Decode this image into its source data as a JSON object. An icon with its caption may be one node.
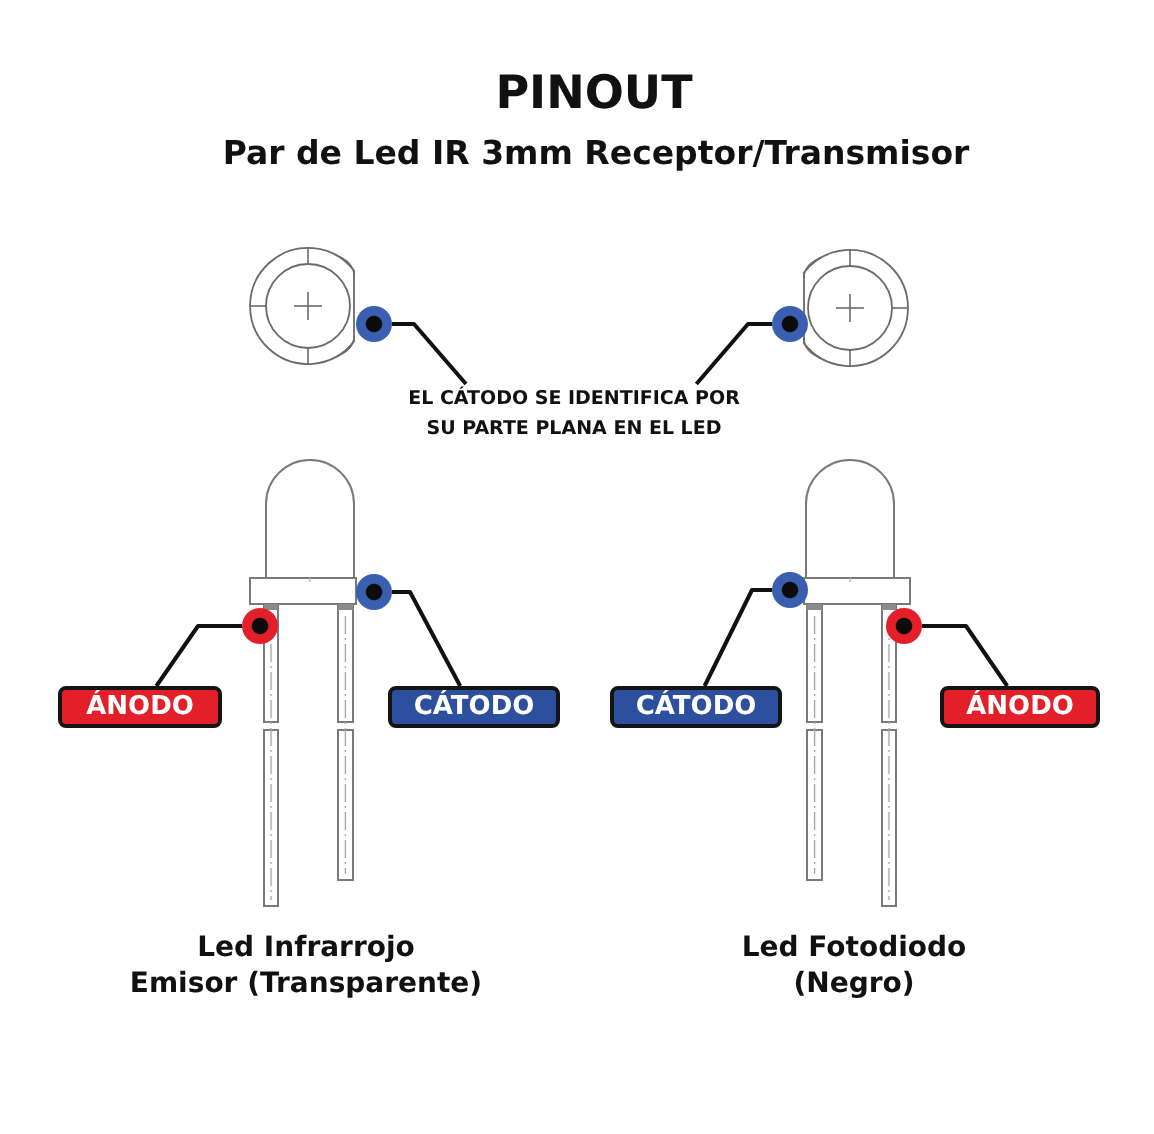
{
  "diagram": {
    "title": "PINOUT",
    "nodes": [
      {
        "text": [
          "EL CÁTODO SE IDENTIFICA POR SU PARTE PLANA EN EL LED"
        ]
      },
      {
        "text": [],
        "shape": "circle"
      },
      {
        "text": [],
        "shape": "circle"
      },
      {
        "text": [],
        "shape": "circle"
      },
      {
        "text": [],
        "shape": "circle"
      },
      {
        "text": [],
        "shape": "circle"
      },
      {
        "text": [],
        "shape": "circle"
      },
      {
        "text": [
          "ÁNODO"
        ]
      },
      {
        "text": [
          "CÁTODO"
        ]
      },
      {
        "text": [
          "CÁTODO"
        ]
      },
      {
        "text": [
          "ÁNODO"
        ]
      }
    ],
    "edges": [
      {
        "from": 0,
        "to": 1,
        "arrow": "none"
      },
      {
        "from": 0,
        "to": 2,
        "arrow": "none"
      },
      {
        "from": 7,
        "to": 5,
        "arrow": "none"
      },
      {
        "from": 8,
        "to": 3,
        "arrow": "none"
      },
      {
        "from": 9,
        "to": 4,
        "arrow": "none"
      },
      {
        "from": 10,
        "to": 6,
        "arrow": "none"
      }
    ],
    "labels": [
      "Par de Led IR 3mm Receptor/Transmisor",
      "Led Infrarrojo Emisor (Transparente)",
      "Led Fotodiodo (Negro)"
    ]
  }
}
